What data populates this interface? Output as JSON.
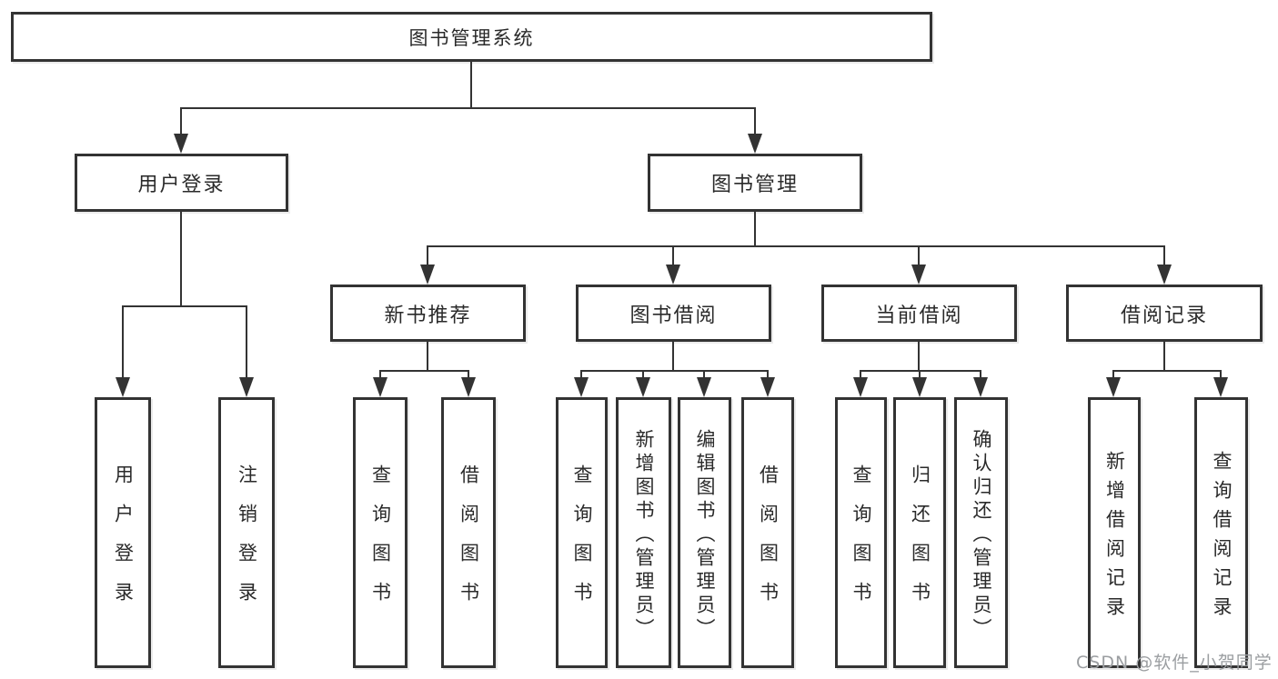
{
  "diagram_title": "图书管理系统",
  "nodes": {
    "root": {
      "label": "图书管理系统"
    },
    "level2": [
      {
        "label": "用户登录"
      },
      {
        "label": "图书管理"
      }
    ],
    "level3": [
      {
        "label": "新书推荐"
      },
      {
        "label": "图书借阅"
      },
      {
        "label": "当前借阅"
      },
      {
        "label": "借阅记录"
      }
    ],
    "leaves": {
      "user_login": [
        {
          "label": "用户登录"
        },
        {
          "label": "注销登录"
        }
      ],
      "new_book_recommend": [
        {
          "label": "查询图书"
        },
        {
          "label": "借阅图书"
        }
      ],
      "book_borrow": [
        {
          "label": "查询图书"
        },
        {
          "label": "新增图书（管理员）"
        },
        {
          "label": "编辑图书（管理员）"
        },
        {
          "label": "借阅图书"
        }
      ],
      "current_borrow": [
        {
          "label": "查询图书"
        },
        {
          "label": "归还图书"
        },
        {
          "label": "确认归还（管理员）"
        }
      ],
      "borrow_records": [
        {
          "label": "新增借阅记录"
        },
        {
          "label": "查询借阅记录"
        }
      ]
    }
  },
  "watermark": {
    "text": "CSDN @软件_小贺同学",
    "color": "#9b9ea1"
  },
  "colors": {
    "line": "#333333",
    "text": "#2a2a2a",
    "background": "#ffffff"
  }
}
